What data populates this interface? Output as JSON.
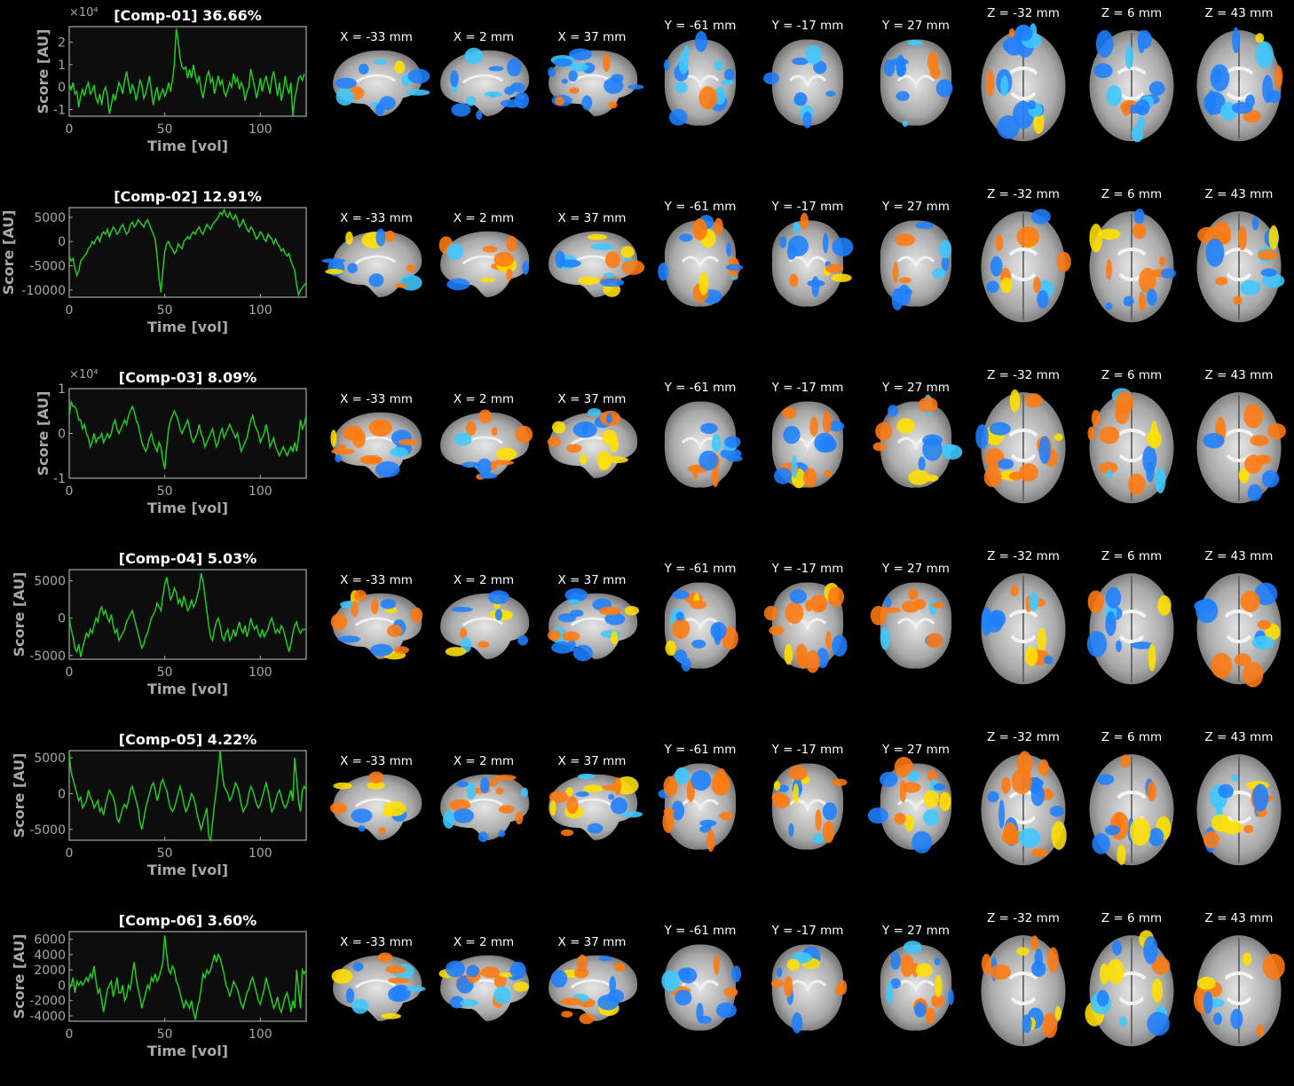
{
  "chart_data": [
    {
      "type": "line",
      "title": "[Comp-01] 36.66%",
      "xlabel": "Time [vol]",
      "ylabel": "Score [AU]",
      "y_multiplier": "×10⁴",
      "xlim": [
        0,
        124
      ],
      "ylim": [
        -1.3,
        2.7
      ],
      "xticks": [
        "0",
        "50",
        "100"
      ],
      "yticks": [
        "-1",
        "0",
        "1",
        "2"
      ],
      "ytick_values": [
        -1,
        0,
        1,
        2
      ],
      "series": [
        {
          "color": "#22cc22",
          "values": [
            0.1,
            -0.1,
            0.2,
            -0.3,
            -0.2,
            -0.9,
            -0.4,
            -0.1,
            -0.4,
            0.0,
            0.2,
            -0.3,
            -0.2,
            0.1,
            -0.5,
            -0.7,
            -0.3,
            -0.8,
            -0.2,
            0.0,
            -0.4,
            -1.2,
            -0.8,
            -0.3,
            -0.6,
            -0.2,
            0.2,
            0.0,
            -0.3,
            0.3,
            0.7,
            0.2,
            -0.3,
            0.1,
            -0.1,
            -0.6,
            -0.2,
            0.3,
            0.1,
            -0.5,
            -0.3,
            0.1,
            0.5,
            -0.2,
            -0.8,
            -0.3,
            0.0,
            -0.6,
            -0.3,
            -0.1,
            -0.4,
            -0.2,
            0.2,
            -0.2,
            0.3,
            1.0,
            2.6,
            2.1,
            1.3,
            0.9,
            0.8,
            0.9,
            0.4,
            0.8,
            0.4,
            1.0,
            0.5,
            0.2,
            0.5,
            -0.1,
            -0.5,
            0.0,
            0.5,
            0.7,
            0.2,
            0.4,
            -0.3,
            0.1,
            0.5,
            0.1,
            0.3,
            -0.2,
            -0.4,
            -0.1,
            0.2,
            0.0,
            0.6,
            0.2,
            0.4,
            -0.1,
            0.2,
            0.0,
            -0.6,
            -0.2,
            0.0,
            0.8,
            0.4,
            0.0,
            -0.5,
            -0.1,
            0.4,
            -0.2,
            0.2,
            0.5,
            0.1,
            -0.3,
            0.4,
            0.7,
            0.2,
            -0.4,
            0.2,
            -0.6,
            -0.2,
            0.5,
            0.0,
            -0.3,
            0.2,
            -1.3,
            -0.5,
            -0.1,
            0.4,
            0.5,
            0.3,
            0.6
          ]
        }
      ]
    },
    {
      "type": "line",
      "title": "[Comp-02] 12.91%",
      "xlabel": "Time [vol]",
      "ylabel": "Score [AU]",
      "y_multiplier": "",
      "xlim": [
        0,
        124
      ],
      "ylim": [
        -11500,
        7000
      ],
      "xticks": [
        "0",
        "50",
        "100"
      ],
      "yticks": [
        "-10000",
        "-5000",
        "0",
        "5000"
      ],
      "ytick_values": [
        -10000,
        -5000,
        0,
        5000
      ],
      "series": [
        {
          "color": "#22cc22",
          "values": [
            -3000,
            -4000,
            -3500,
            -5500,
            -7000,
            -6000,
            -4000,
            -3500,
            -3000,
            -2500,
            -1500,
            -1000,
            0,
            -500,
            500,
            1000,
            0,
            1500,
            2000,
            1500,
            2500,
            1000,
            2000,
            3000,
            2500,
            1500,
            2000,
            3000,
            3500,
            2500,
            1500,
            2000,
            3500,
            4000,
            3000,
            3500,
            4500,
            4000,
            3500,
            3000,
            4000,
            4500,
            3500,
            2500,
            1500,
            500,
            -3000,
            -7500,
            -10500,
            -6000,
            -2000,
            -500,
            0,
            -1000,
            -1500,
            -2500,
            -2000,
            -500,
            -1000,
            -1500,
            0,
            500,
            1000,
            500,
            1500,
            2000,
            1500,
            2500,
            3000,
            2000,
            1500,
            2500,
            3500,
            3000,
            2500,
            3500,
            4000,
            4500,
            5000,
            6000,
            5500,
            6500,
            5500,
            5000,
            6000,
            5000,
            4500,
            5500,
            4500,
            3000,
            3500,
            4500,
            3500,
            2500,
            2000,
            3000,
            2500,
            1500,
            500,
            1000,
            2000,
            1500,
            500,
            0,
            1500,
            1000,
            500,
            -500,
            500,
            -500,
            -1000,
            -2000,
            -1500,
            -2500,
            -3000,
            -2500,
            -4000,
            -5000,
            -6000,
            -9000,
            -11000,
            -10000,
            -9500,
            -9000,
            -8500
          ]
        }
      ]
    },
    {
      "type": "line",
      "title": "[Comp-03] 8.09%",
      "xlabel": "Time [vol]",
      "ylabel": "Score [AU]",
      "y_multiplier": "×10⁴",
      "xlim": [
        0,
        124
      ],
      "ylim": [
        -1,
        1
      ],
      "xticks": [
        "0",
        "50",
        "100"
      ],
      "yticks": [
        "-1",
        "0",
        "1"
      ],
      "ytick_values": [
        -1,
        0,
        1
      ],
      "series": [
        {
          "color": "#22cc22",
          "values": [
            0.4,
            0.7,
            0.6,
            0.6,
            0.5,
            0.3,
            0.3,
            0.1,
            0.2,
            0.0,
            -0.1,
            -0.3,
            -0.2,
            0.0,
            -0.2,
            -0.1,
            -0.1,
            0.0,
            -0.2,
            -0.1,
            0.0,
            -0.1,
            0.0,
            0.2,
            0.3,
            0.1,
            0.0,
            0.1,
            0.2,
            0.3,
            0.2,
            0.4,
            0.5,
            0.6,
            0.5,
            0.3,
            0.2,
            0.0,
            -0.2,
            -0.3,
            -0.4,
            -0.3,
            -0.1,
            0.0,
            -0.2,
            -0.3,
            -0.4,
            -0.2,
            -0.3,
            -0.6,
            -0.8,
            -0.3,
            0.1,
            0.3,
            0.4,
            0.5,
            0.4,
            0.3,
            0.1,
            0.0,
            0.1,
            0.2,
            0.3,
            0.1,
            -0.1,
            -0.2,
            -0.1,
            0.0,
            0.2,
            0.0,
            -0.1,
            -0.3,
            -0.2,
            -0.1,
            0.0,
            0.1,
            -0.1,
            -0.3,
            -0.2,
            0.0,
            0.1,
            -0.1,
            0.0,
            0.1,
            0.2,
            0.1,
            0.0,
            -0.1,
            0.0,
            -0.2,
            -0.4,
            -0.3,
            -0.2,
            -0.1,
            0.1,
            0.3,
            0.4,
            0.2,
            0.1,
            0.0,
            -0.2,
            -0.1,
            0.0,
            0.2,
            0.0,
            -0.3,
            -0.2,
            -0.1,
            -0.3,
            -0.4,
            -0.5,
            -0.4,
            -0.3,
            -0.4,
            -0.5,
            -0.4,
            -0.3,
            -0.4,
            -0.2,
            -0.4,
            -0.1,
            0.3,
            0.1,
            0.2,
            0.4
          ]
        }
      ]
    },
    {
      "type": "line",
      "title": "[Comp-04] 5.03%",
      "xlabel": "Time [vol]",
      "ylabel": "Score [AU]",
      "y_multiplier": "",
      "xlim": [
        0,
        124
      ],
      "ylim": [
        -5500,
        6500
      ],
      "xticks": [
        "0",
        "50",
        "100"
      ],
      "yticks": [
        "-5000",
        "0",
        "5000"
      ],
      "ytick_values": [
        -5000,
        0,
        5000
      ],
      "series": [
        {
          "color": "#22cc22",
          "values": [
            0,
            -1500,
            -2500,
            -4000,
            -4500,
            -3500,
            -5200,
            -4000,
            -3000,
            -2000,
            -2500,
            -1500,
            -2000,
            -1000,
            0,
            -500,
            1000,
            1500,
            500,
            1000,
            0,
            -500,
            500,
            -1000,
            -2000,
            -1500,
            -3000,
            -2500,
            -2000,
            -1500,
            -500,
            0,
            500,
            1000,
            0,
            -1000,
            -2000,
            -3000,
            -4000,
            -3500,
            -2500,
            -2000,
            -1000,
            0,
            500,
            1000,
            2000,
            1500,
            1000,
            3000,
            4500,
            5500,
            4000,
            2500,
            3000,
            4000,
            3500,
            2000,
            2500,
            1500,
            3000,
            2000,
            1000,
            1500,
            2500,
            1500,
            2000,
            3000,
            4000,
            6000,
            5000,
            3000,
            1000,
            -1000,
            -2500,
            -3000,
            -1500,
            -500,
            0,
            -1000,
            -2500,
            -3000,
            -2000,
            -1500,
            -3000,
            -2500,
            -1500,
            -2500,
            -1500,
            -500,
            -1500,
            -2000,
            -1000,
            -2500,
            -1500,
            0,
            -1000,
            -1500,
            -1000,
            -2000,
            -2500,
            -1500,
            -2500,
            -2000,
            -1500,
            -500,
            0,
            -1000,
            -2000,
            -1500,
            -2000,
            -1000,
            -1500,
            -2500,
            -3500,
            -4500,
            -3500,
            -2000,
            -1000,
            -500,
            -1500,
            -2000,
            -1500,
            -1500,
            -1500
          ]
        }
      ]
    },
    {
      "type": "line",
      "title": "[Comp-05] 4.22%",
      "xlabel": "Time [vol]",
      "ylabel": "Score [AU]",
      "y_multiplier": "",
      "xlim": [
        0,
        124
      ],
      "ylim": [
        -6500,
        6000
      ],
      "xticks": [
        "0",
        "50",
        "100"
      ],
      "yticks": [
        "-5000",
        "0",
        "5000"
      ],
      "ytick_values": [
        -5000,
        0,
        5000
      ],
      "series": [
        {
          "color": "#22cc22",
          "values": [
            5500,
            3000,
            2000,
            1000,
            0,
            -1000,
            -500,
            -2000,
            -1500,
            -1000,
            500,
            -500,
            -1000,
            -2000,
            -1500,
            -1000,
            -2500,
            -2000,
            -3000,
            -1500,
            -500,
            500,
            0,
            -500,
            -1500,
            -3500,
            -4000,
            -3000,
            -2000,
            -1500,
            -2000,
            -1000,
            500,
            1000,
            0,
            -1000,
            -2000,
            -4000,
            -5000,
            -3500,
            -2000,
            -1000,
            0,
            1000,
            1500,
            500,
            -1000,
            0,
            1500,
            2000,
            1000,
            500,
            -1000,
            -2000,
            -2500,
            -2000,
            -1000,
            0,
            1000,
            0,
            -1500,
            -2500,
            -2000,
            -1000,
            0,
            -500,
            -1500,
            -3000,
            -4000,
            -5000,
            -4000,
            -3000,
            -2000,
            -6000,
            -6500,
            -4000,
            -1500,
            500,
            3000,
            6000,
            3000,
            1000,
            500,
            0,
            -1000,
            -500,
            500,
            1500,
            1000,
            0,
            -1500,
            -2500,
            -2000,
            -1500,
            0,
            1000,
            500,
            -500,
            -1500,
            -2000,
            -1500,
            -500,
            500,
            1500,
            500,
            -1000,
            -2500,
            -2000,
            -1000,
            0,
            500,
            -500,
            -1500,
            -2000,
            -1500,
            -500,
            500,
            -1000,
            5000,
            2000,
            -1000,
            -2500,
            500,
            1000,
            500
          ]
        }
      ]
    },
    {
      "type": "line",
      "title": "[Comp-06] 3.60%",
      "xlabel": "Time [vol]",
      "ylabel": "Score [AU]",
      "y_multiplier": "",
      "xlim": [
        0,
        124
      ],
      "ylim": [
        -4700,
        7000
      ],
      "xticks": [
        "0",
        "50",
        "100"
      ],
      "yticks": [
        "-4000",
        "-2000",
        "0",
        "2000",
        "4000",
        "6000"
      ],
      "ytick_values": [
        -4000,
        -2000,
        0,
        2000,
        4000,
        6000
      ],
      "series": [
        {
          "color": "#22cc22",
          "values": [
            -500,
            0,
            1000,
            -1000,
            500,
            0,
            500,
            0,
            500,
            1000,
            500,
            1500,
            1000,
            2500,
            500,
            -1000,
            -500,
            -2000,
            -3500,
            -2000,
            -500,
            0,
            500,
            -1500,
            -500,
            1000,
            -1000,
            -1000,
            0,
            -2000,
            -1500,
            0,
            -500,
            1500,
            3000,
            1000,
            -500,
            -1500,
            -3000,
            -2000,
            -1000,
            0,
            -500,
            1000,
            500,
            1500,
            500,
            1000,
            2000,
            3000,
            6500,
            4000,
            2000,
            1500,
            2500,
            2000,
            500,
            0,
            -1000,
            -2000,
            -3000,
            -2000,
            -2500,
            -3000,
            -2000,
            -3500,
            -4500,
            -3000,
            -2000,
            -500,
            1500,
            1000,
            2000,
            1500,
            2000,
            3000,
            4000,
            3000,
            4000,
            3500,
            2500,
            1500,
            0,
            -500,
            -1500,
            -500,
            500,
            0,
            -500,
            -1500,
            -2500,
            -3000,
            -2000,
            -1000,
            -500,
            500,
            1000,
            0,
            -1000,
            -2000,
            -2500,
            -1500,
            -500,
            1000,
            0,
            -1000,
            -2000,
            -3000,
            -2500,
            -1500,
            -3000,
            -3500,
            -2500,
            -1500,
            -1000,
            -2000,
            -3500,
            -2000,
            -3000,
            2000,
            -500,
            -3000,
            2000,
            1500,
            2000
          ]
        }
      ]
    }
  ],
  "slice_labels": [
    "X = -33 mm",
    "X = 2 mm",
    "X = 37 mm",
    "Y = -61 mm",
    "Y = -17 mm",
    "Y = 27 mm",
    "Z = -32 mm",
    "Z = 6 mm",
    "Z = 43 mm"
  ],
  "slice_kinds": [
    "sag",
    "sag",
    "sag",
    "cor",
    "cor",
    "cor",
    "axl",
    "axl",
    "axl"
  ],
  "colors": {
    "background": "#000000",
    "plot_bg": "#0d0d0d",
    "axis_gray": "#a8a8a8",
    "positive_map": "#ff7a10",
    "positive_map_peak": "#ffe000",
    "negative_map": "#1f7fff",
    "negative_map_peak": "#3ec8ff",
    "brain_gray": "#bdbdbd"
  }
}
